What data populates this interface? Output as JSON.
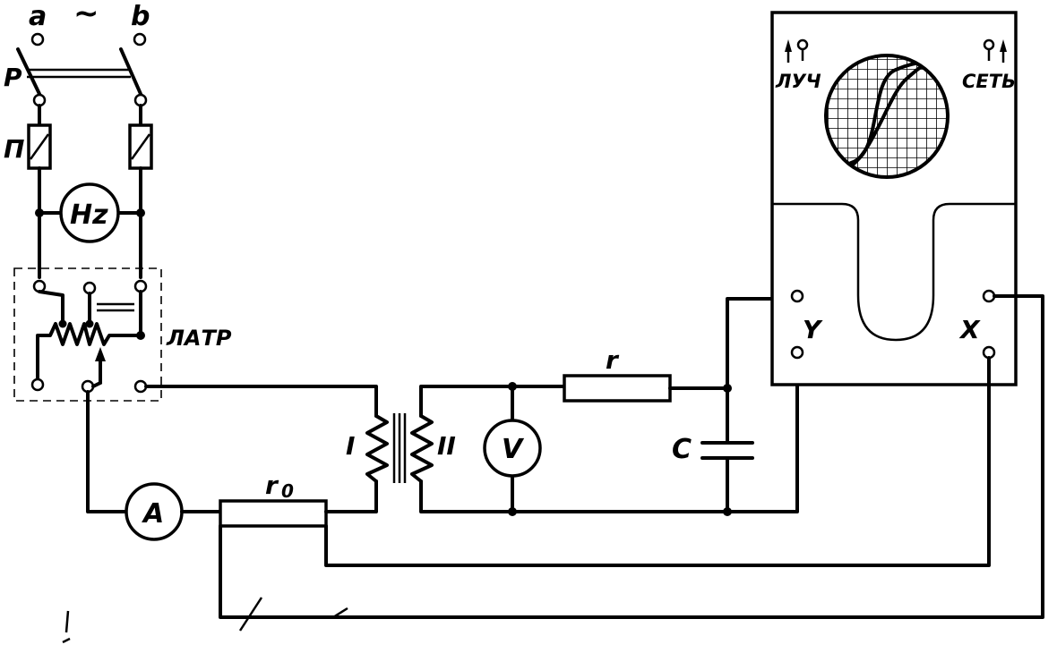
{
  "labels": {
    "a": "a",
    "b": "b",
    "tilde": "~",
    "p": "P",
    "fuse": "П",
    "hz": "Hz",
    "latr": "ЛАТР",
    "coil1": "I",
    "coil2": "II",
    "voltmeter": "V",
    "ammeter": "A",
    "r": "r",
    "r0": "r",
    "r0_sub": "0",
    "c": "C",
    "y": "Y",
    "x": "X",
    "luch": "ЛУЧ",
    "set": "СЕТЬ"
  }
}
